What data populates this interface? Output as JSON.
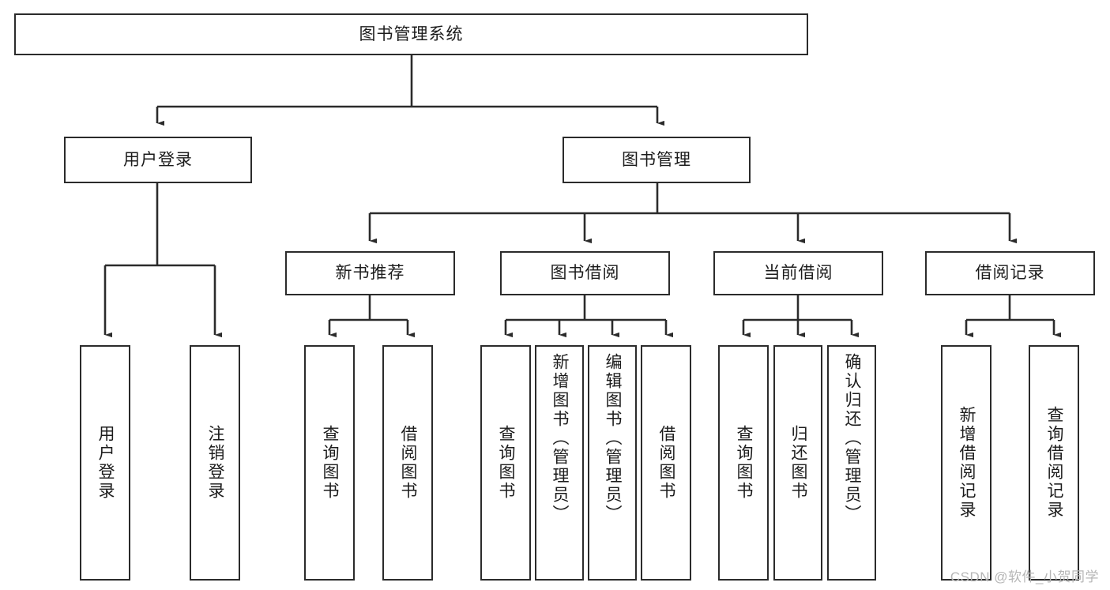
{
  "diagram": {
    "title": "图书管理系统",
    "type": "tree-hierarchy",
    "root": {
      "id": "root",
      "label": "图书管理系统"
    },
    "level2": [
      {
        "id": "user-login",
        "label": "用户登录"
      },
      {
        "id": "book-manage",
        "label": "图书管理"
      }
    ],
    "level3": [
      {
        "id": "new-book-rec",
        "label": "新书推荐",
        "parent": "book-manage"
      },
      {
        "id": "book-borrow",
        "label": "图书借阅",
        "parent": "book-manage"
      },
      {
        "id": "current-borrow",
        "label": "当前借阅",
        "parent": "book-manage"
      },
      {
        "id": "borrow-record",
        "label": "借阅记录",
        "parent": "book-manage"
      }
    ],
    "leaves": [
      {
        "id": "leaf-user-login",
        "label": "用户登录",
        "parent": "user-login"
      },
      {
        "id": "leaf-user-logout",
        "label": "注销登录",
        "parent": "user-login"
      },
      {
        "id": "leaf-query-book-1",
        "label": "查询图书",
        "parent": "new-book-rec"
      },
      {
        "id": "leaf-borrow-book-1",
        "label": "借阅图书",
        "parent": "new-book-rec"
      },
      {
        "id": "leaf-query-book-2",
        "label": "查询图书",
        "parent": "book-borrow"
      },
      {
        "id": "leaf-add-book",
        "label": "新增图书（管理员）",
        "parent": "book-borrow"
      },
      {
        "id": "leaf-edit-book",
        "label": "编辑图书（管理员）",
        "parent": "book-borrow"
      },
      {
        "id": "leaf-borrow-book-2",
        "label": "借阅图书",
        "parent": "book-borrow"
      },
      {
        "id": "leaf-query-book-3",
        "label": "查询图书",
        "parent": "current-borrow"
      },
      {
        "id": "leaf-return-book",
        "label": "归还图书",
        "parent": "current-borrow"
      },
      {
        "id": "leaf-confirm-return",
        "label": "确认归还（管理员）",
        "parent": "current-borrow"
      },
      {
        "id": "leaf-add-record",
        "label": "新增借阅记录",
        "parent": "borrow-record"
      },
      {
        "id": "leaf-query-record",
        "label": "查询借阅记录",
        "parent": "borrow-record"
      }
    ]
  },
  "watermark": {
    "text": "CSDN @软件_小贺同学"
  },
  "colors": {
    "stroke": "#2b2b2b",
    "background": "#ffffff",
    "text": "#1c1c1c",
    "watermark": "#b6b6b6"
  }
}
